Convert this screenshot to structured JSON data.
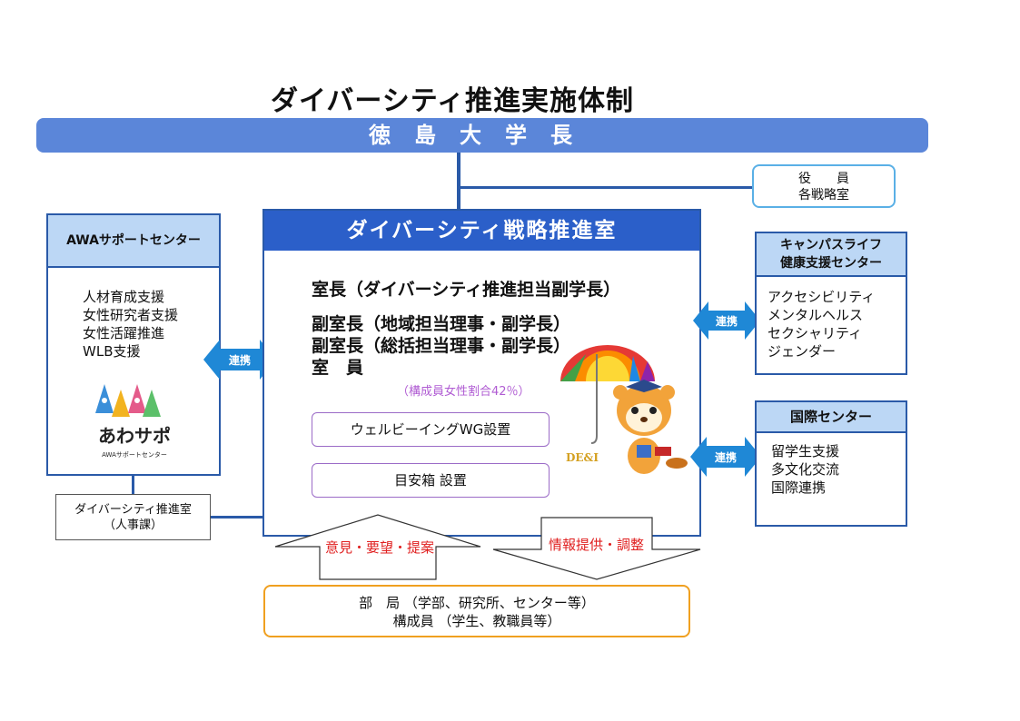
{
  "title": "ダイバーシティ推進実施体制",
  "president": "徳島大学長",
  "officers": {
    "line1": "役　　員",
    "line2": "各戦略室"
  },
  "awa_center": {
    "title": "AWAサポートセンター",
    "items": [
      "人材育成支援",
      "女性研究者支援",
      "女性活躍推進",
      "WLB支援"
    ],
    "logo_text": "あわサポ",
    "logo_subtext": "AWAサポートセンター"
  },
  "hr_office": {
    "line1": "ダイバーシティ推進室",
    "line2": "（人事課）"
  },
  "strategy_office": {
    "title": "ダイバーシティ戦略推進室",
    "chief": "室長（ダイバーシティ推進担当副学長）",
    "vice1": "副室長（地域担当理事・副学長）",
    "vice2": "副室長（総括担当理事・副学長）",
    "members": "室　員",
    "ratio": "（構成員女性割合42％）",
    "wellbeing": "ウェルビーイングWG設置",
    "suggestion_box": "目安箱 設置",
    "mascot_tag": "DE&I"
  },
  "campus_center": {
    "title_line1": "キャンパスライフ",
    "title_line2": "健康支援センター",
    "items": [
      "アクセシビリティ",
      "メンタルヘルス",
      "セクシャリティ",
      "ジェンダー"
    ]
  },
  "intl_center": {
    "title": "国際センター",
    "items": [
      "留学生支援",
      "多文化交流",
      "国際連携"
    ]
  },
  "link_label": "連携",
  "arrow_up": "意見・要望・提案",
  "arrow_down": "情報提供・調整",
  "departments": {
    "line1": "部　局 （学部、研究所、センター等）",
    "line2": "構成員 （学生、教職員等）"
  },
  "colors": {
    "blue": "#2a5aa8",
    "header_blue": "#2b5fc9",
    "light_blue": "#bcd7f5",
    "orange": "#f0a020",
    "purple": "#9b6bc7",
    "red": "#e02020"
  }
}
